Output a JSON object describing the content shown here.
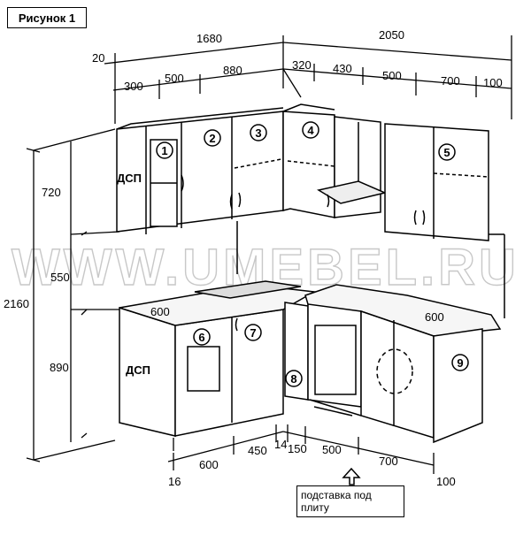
{
  "figure_title": "Рисунок 1",
  "watermark": "WWW.UMEBEL.RU",
  "material_upper": "ДСП",
  "material_lower": "ДСП",
  "callout": {
    "line1": "подставка под",
    "line2": "плиту"
  },
  "dims": {
    "top_left_total": "1680",
    "top_right_total": "2050",
    "top_offset": "20",
    "tl_300": "300",
    "tl_500": "500",
    "tl_880": "880",
    "tr_320": "320",
    "tr_430": "430",
    "tr_500": "500",
    "tr_700": "700",
    "tr_100": "100",
    "h_720": "720",
    "h_550": "550",
    "h_2160": "2160",
    "h_890": "890",
    "depth_left": "600",
    "depth_right": "600",
    "b_16": "16",
    "b_600": "600",
    "b_450": "450",
    "b_14": "14",
    "b_150": "150",
    "b_500": "500",
    "b_700": "700",
    "b_100": "100"
  },
  "modules": [
    "1",
    "2",
    "3",
    "4",
    "5",
    "6",
    "7",
    "8",
    "9"
  ]
}
